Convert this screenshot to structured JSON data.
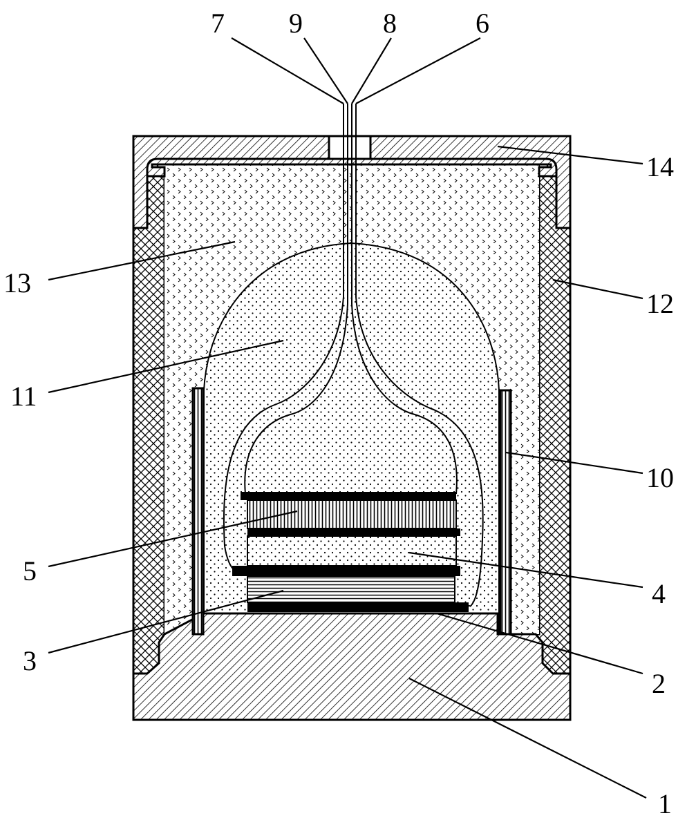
{
  "figure": {
    "labels": [
      {
        "id": "1",
        "text": "1"
      },
      {
        "id": "2",
        "text": "2"
      },
      {
        "id": "3",
        "text": "3"
      },
      {
        "id": "4",
        "text": "4"
      },
      {
        "id": "5",
        "text": "5"
      },
      {
        "id": "6",
        "text": "6"
      },
      {
        "id": "7",
        "text": "7"
      },
      {
        "id": "8",
        "text": "8"
      },
      {
        "id": "9",
        "text": "9"
      },
      {
        "id": "10",
        "text": "10"
      },
      {
        "id": "11",
        "text": "11"
      },
      {
        "id": "12",
        "text": "12"
      },
      {
        "id": "13",
        "text": "13"
      },
      {
        "id": "14",
        "text": "14"
      }
    ]
  }
}
